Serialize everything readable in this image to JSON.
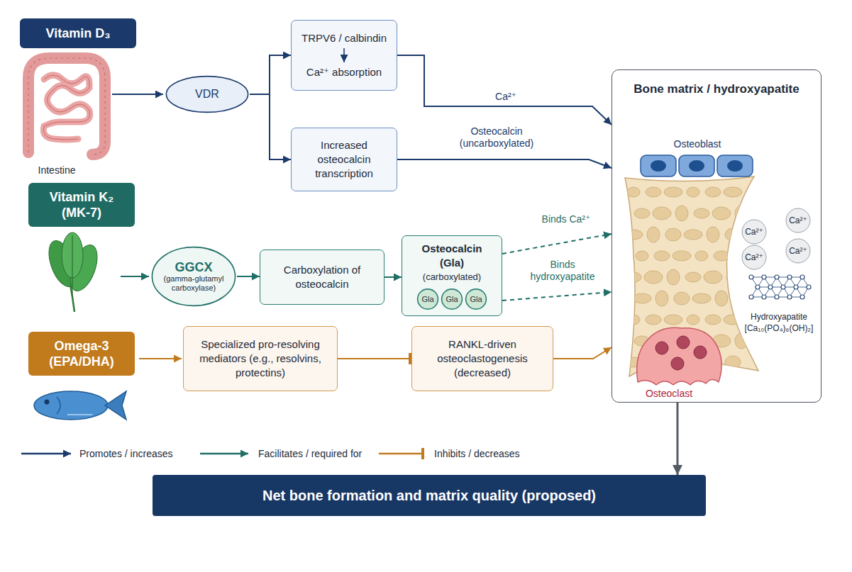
{
  "diagram": {
    "nodes": [
      {
        "text": [
          "Vitamin D₃"
        ]
      },
      {
        "text": [
          "VDR"
        ]
      },
      {
        "text": [
          "TRPV6 / calbindin",
          "Ca²⁺ absorption"
        ]
      },
      {
        "text": [
          "Increased osteocalcin transcription"
        ]
      },
      {
        "text": [
          "Vitamin K₂ (MK-7)"
        ]
      },
      {
        "text": [
          "GGCX",
          "(gamma-glutamyl carboxylase)"
        ]
      },
      {
        "text": [
          "Carboxylation of osteocalcin"
        ]
      },
      {
        "text": [
          "Osteocalcin (Gla)",
          "(carboxylated)"
        ]
      },
      {
        "text": [
          "Gla"
        ],
        "in": 7
      },
      {
        "text": [
          "Gla"
        ],
        "in": 7
      },
      {
        "text": [
          "Gla"
        ],
        "in": 7
      },
      {
        "text": [
          "Omega-3 (EPA/DHA)"
        ]
      },
      {
        "text": [
          "Specialized pro-resolving mediators (e.g., resolvins, protectins)"
        ]
      },
      {
        "text": [
          "RANKL-driven osteoclastogenesis (decreased)"
        ]
      },
      {
        "text": [
          "Bone matrix / hydroxyapatite"
        ]
      },
      {
        "text": [
          "Net bone formation and matrix quality (proposed)"
        ]
      }
    ],
    "edges": [
      {
        "from": 1,
        "to": 2,
        "arrow": "to"
      },
      {
        "from": 1,
        "to": 3,
        "arrow": "to"
      },
      {
        "from": 2,
        "to": 14,
        "label": "Ca²⁺",
        "arrow": "to"
      },
      {
        "from": 3,
        "to": 14,
        "label": "Osteocalcin (uncarboxylated)",
        "arrow": "to"
      },
      {
        "from": 5,
        "to": 6,
        "arrow": "to"
      },
      {
        "from": 6,
        "to": 7,
        "arrow": "to"
      },
      {
        "from": 7,
        "to": 14,
        "label": "Binds Ca²⁺",
        "arrow": "to"
      },
      {
        "from": 7,
        "to": 14,
        "label": "Binds hydroxyapatite",
        "arrow": "to"
      },
      {
        "from": 12,
        "to": 13,
        "arrow": "to"
      },
      {
        "from": 13,
        "to": 14,
        "arrow": "to"
      },
      {
        "from": 14,
        "to": 15,
        "arrow": "to"
      }
    ],
    "labels": [
      "Intestine",
      "Osteoblast",
      "Ca²⁺",
      "Ca²⁺",
      "Ca²⁺",
      "Ca²⁺",
      "Hydroxyapatite [Ca₁₀(PO₄)₆(OH)₂]",
      "Osteoclast"
    ],
    "legend": [
      {
        "text": "Promotes / increases"
      },
      {
        "text": "Facilitates / required for"
      },
      {
        "text": "Inhibits / decreases"
      }
    ]
  }
}
